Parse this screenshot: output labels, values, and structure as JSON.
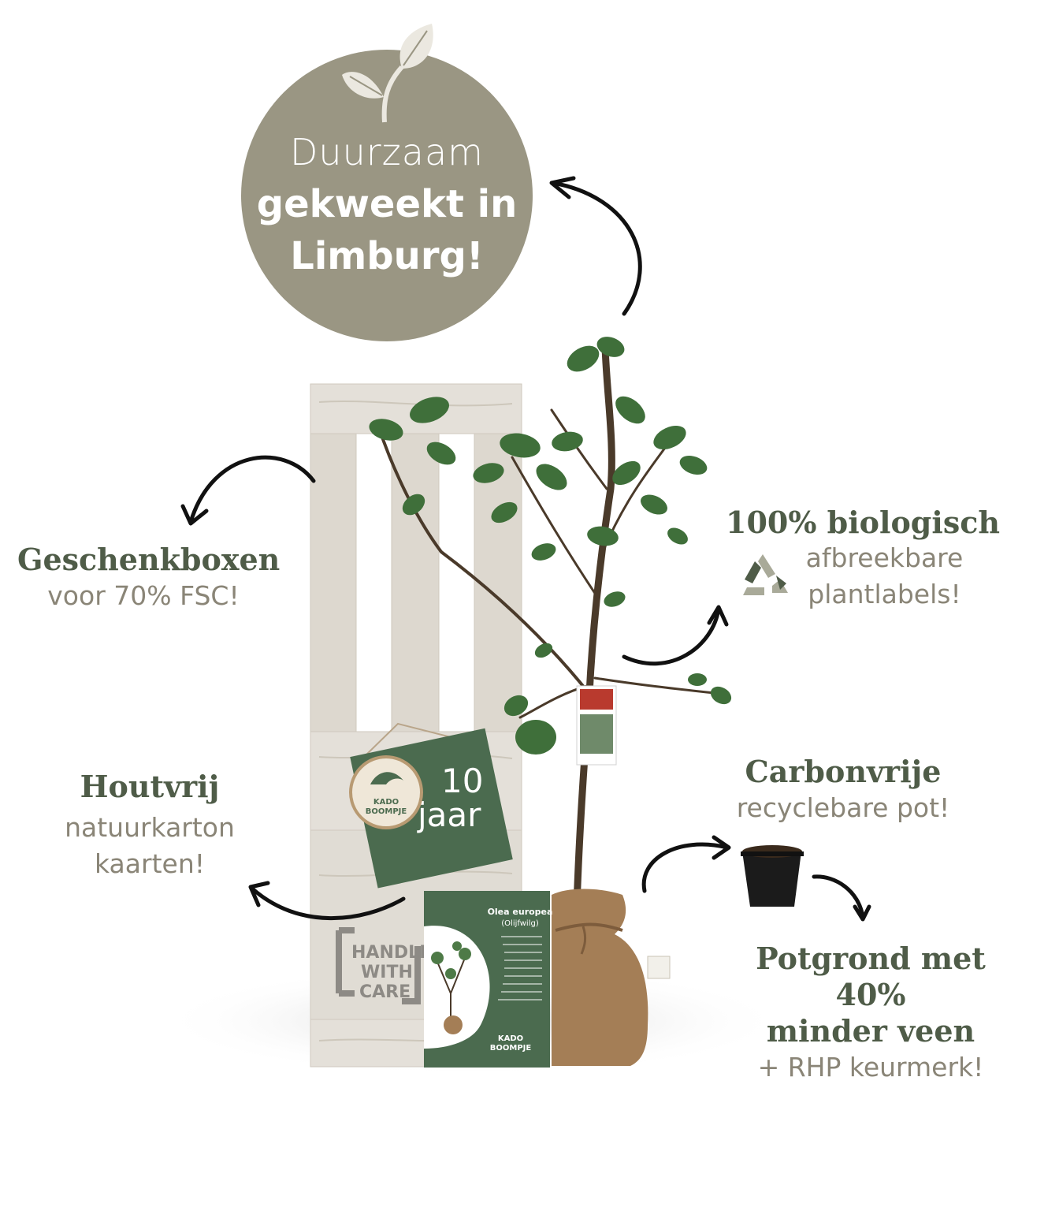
{
  "badge": {
    "line1": "Duurzaam",
    "line2": "gekweekt in",
    "line3": "Limburg!"
  },
  "features": {
    "giftbox": {
      "title": "Geschenkboxen",
      "sub": "voor 70% FSC!"
    },
    "bio": {
      "title": "100% biologisch",
      "sub1": "afbreekbare",
      "sub2": "plantlabels!"
    },
    "cards": {
      "title": "Houtvrij",
      "sub1": "natuurkarton",
      "sub2": "kaarten!"
    },
    "pot": {
      "title": "Carbonvrije",
      "sub": "recyclebare pot!"
    },
    "soil": {
      "title1": "Potgrond met 40%",
      "title2": "minder veen",
      "sub": "+ RHP keurmerk!"
    }
  },
  "product": {
    "pallet_stamp": [
      "HANDLE",
      "WITH",
      "CARE"
    ],
    "tag_brand": [
      "KADO",
      "BOOMPJE"
    ],
    "sign_text": [
      "10",
      "jaar"
    ],
    "card_title": "Olea europea",
    "card_subtitle": "(Olijfwilg)",
    "card_brand": [
      "KADO",
      "BOOMPJE"
    ]
  },
  "colors": {
    "badge_bg": "#9a9683",
    "title_green": "#4f5c48",
    "sub_grey": "#8a8577",
    "card_green": "#4b6b4f",
    "wood": "#e2ded6",
    "burlap": "#a47e56"
  },
  "icons": [
    "leaf-icon",
    "recycle-icon",
    "plant-pot-icon"
  ]
}
